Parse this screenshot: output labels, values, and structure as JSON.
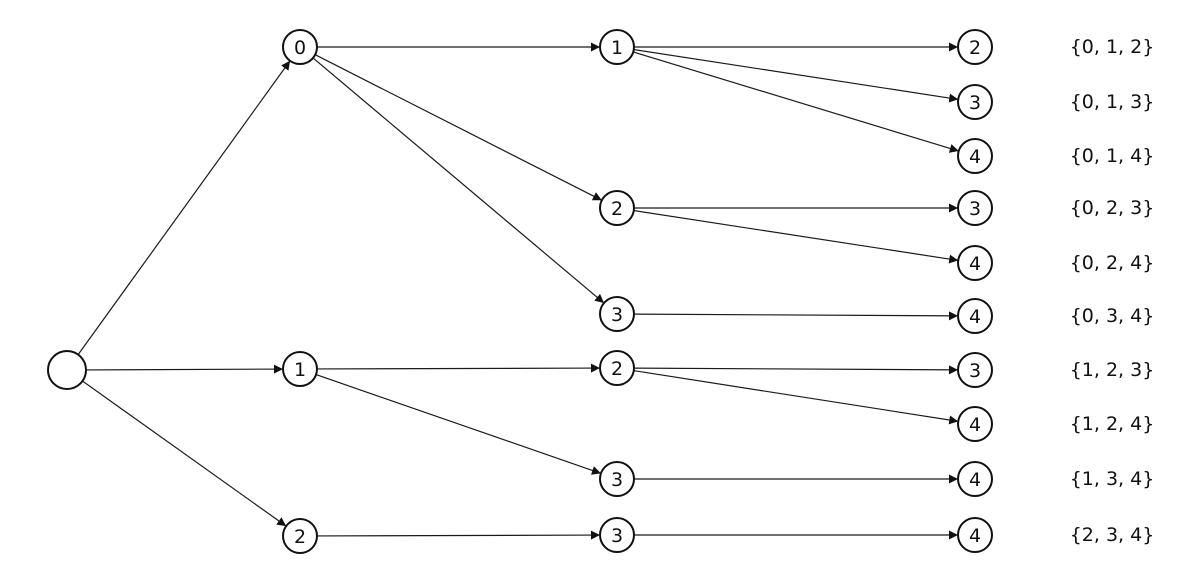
{
  "nodes": [
    {
      "id": "root",
      "label": ""
    },
    {
      "id": "a0",
      "label": "0"
    },
    {
      "id": "a1",
      "label": "1"
    },
    {
      "id": "a2",
      "label": "2"
    },
    {
      "id": "b01",
      "label": "1"
    },
    {
      "id": "b02",
      "label": "2"
    },
    {
      "id": "b03",
      "label": "3"
    },
    {
      "id": "b12",
      "label": "2"
    },
    {
      "id": "b13",
      "label": "3"
    },
    {
      "id": "b23",
      "label": "3"
    },
    {
      "id": "c012",
      "label": "2"
    },
    {
      "id": "c013",
      "label": "3"
    },
    {
      "id": "c014",
      "label": "4"
    },
    {
      "id": "c023",
      "label": "3"
    },
    {
      "id": "c024",
      "label": "4"
    },
    {
      "id": "c034",
      "label": "4"
    },
    {
      "id": "c123",
      "label": "3"
    },
    {
      "id": "c124",
      "label": "4"
    },
    {
      "id": "c134",
      "label": "4"
    },
    {
      "id": "c234",
      "label": "4"
    }
  ],
  "edges": [
    [
      "root",
      "a0"
    ],
    [
      "root",
      "a1"
    ],
    [
      "root",
      "a2"
    ],
    [
      "a0",
      "b01"
    ],
    [
      "a0",
      "b02"
    ],
    [
      "a0",
      "b03"
    ],
    [
      "a1",
      "b12"
    ],
    [
      "a1",
      "b13"
    ],
    [
      "a2",
      "b23"
    ],
    [
      "b01",
      "c012"
    ],
    [
      "b01",
      "c013"
    ],
    [
      "b01",
      "c014"
    ],
    [
      "b02",
      "c023"
    ],
    [
      "b02",
      "c024"
    ],
    [
      "b03",
      "c034"
    ],
    [
      "b12",
      "c123"
    ],
    [
      "b12",
      "c124"
    ],
    [
      "b13",
      "c134"
    ],
    [
      "b23",
      "c234"
    ]
  ],
  "sets": [
    {
      "leaf": "c012",
      "text": "{0, 1, 2}"
    },
    {
      "leaf": "c013",
      "text": "{0, 1, 3}"
    },
    {
      "leaf": "c014",
      "text": "{0, 1, 4}"
    },
    {
      "leaf": "c023",
      "text": "{0, 2, 3}"
    },
    {
      "leaf": "c024",
      "text": "{0, 2, 4}"
    },
    {
      "leaf": "c034",
      "text": "{0, 3, 4}"
    },
    {
      "leaf": "c123",
      "text": "{1, 2, 3}"
    },
    {
      "leaf": "c124",
      "text": "{1, 2, 4}"
    },
    {
      "leaf": "c134",
      "text": "{1, 3, 4}"
    },
    {
      "leaf": "c234",
      "text": "{2, 3, 4}"
    }
  ]
}
